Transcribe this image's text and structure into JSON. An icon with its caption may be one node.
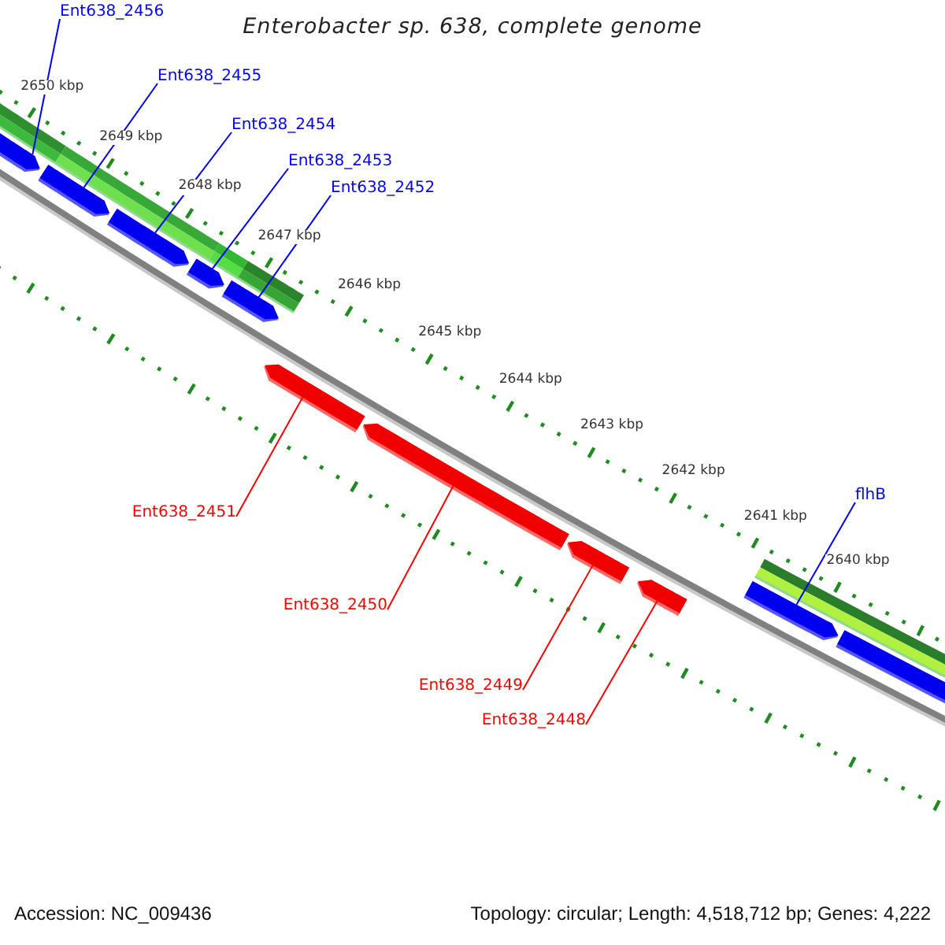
{
  "diagram": {
    "title": "Enterobacter sp. 638, complete genome",
    "nodes": [
      {
        "text": [
          "Ent638_2456"
        ]
      },
      {
        "text": [
          "Ent638_2455"
        ]
      },
      {
        "text": [
          "Ent638_2454"
        ]
      },
      {
        "text": [
          "Ent638_2453"
        ]
      },
      {
        "text": [
          "Ent638_2452"
        ]
      },
      {
        "text": [
          "flhB"
        ]
      },
      {
        "text": [
          "Ent638_2451"
        ]
      },
      {
        "text": [
          "Ent638_2450"
        ]
      },
      {
        "text": [
          "Ent638_2449"
        ]
      },
      {
        "text": [
          "Ent638_2448"
        ]
      },
      {
        "text": [],
        "shape": "bar"
      },
      {
        "text": [],
        "shape": "bar"
      },
      {
        "text": [],
        "shape": "bar"
      },
      {
        "text": [],
        "shape": "bar"
      },
      {
        "text": [],
        "shape": "bar"
      },
      {
        "text": [],
        "shape": "bar"
      },
      {
        "text": [],
        "shape": "bar"
      },
      {
        "text": [],
        "shape": "bar"
      },
      {
        "text": [],
        "shape": "bar"
      },
      {
        "text": [],
        "shape": "bar"
      },
      {
        "text": [],
        "shape": "bar"
      }
    ],
    "edges": [
      {
        "from": 0,
        "to": 10,
        "arrow": "none"
      },
      {
        "from": 1,
        "to": 11,
        "arrow": "none"
      },
      {
        "from": 2,
        "to": 12,
        "arrow": "none"
      },
      {
        "from": 3,
        "to": 13,
        "arrow": "none"
      },
      {
        "from": 4,
        "to": 14,
        "arrow": "none"
      },
      {
        "from": 5,
        "to": 19,
        "arrow": "none"
      },
      {
        "from": 6,
        "to": 15,
        "arrow": "none",
        "color": "#ff0000"
      },
      {
        "from": 7,
        "to": 16,
        "arrow": "none",
        "color": "#ff0000"
      },
      {
        "from": 8,
        "to": 17,
        "arrow": "none",
        "color": "#ff0000"
      },
      {
        "from": 9,
        "to": 18,
        "arrow": "none",
        "color": "#ff0000"
      }
    ],
    "labels": [
      "2650 kbp",
      "2649 kbp",
      "2648 kbp",
      "2647 kbp",
      "2646 kbp",
      "2645 kbp",
      "2644 kbp",
      "2643 kbp",
      "2642 kbp",
      "2641 kbp",
      "2640 kbp",
      "Accession: NC_009436",
      "Topology: circular; Length: 4,518,712 bp; Genes: 4,222"
    ]
  }
}
